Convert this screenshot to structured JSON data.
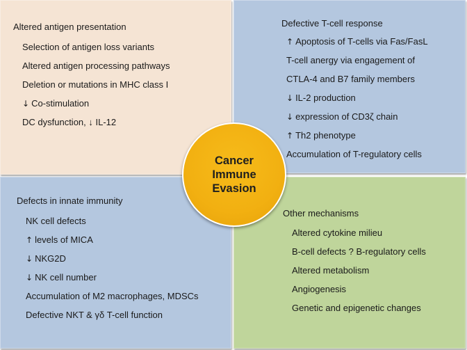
{
  "center": {
    "lines": [
      "Cancer",
      "Immune",
      "Evasion"
    ],
    "color": "#f2b011"
  },
  "panels": {
    "top_left": {
      "heading": "Altered antigen presentation",
      "color": "#f5e4d4",
      "items": [
        {
          "arrow": "",
          "text": "Selection of antigen loss variants"
        },
        {
          "arrow": "",
          "text": "Altered antigen processing pathways"
        },
        {
          "arrow": "",
          "text": "Deletion or mutations in MHC class I"
        },
        {
          "arrow": "↓",
          "text": "Co-stimulation"
        },
        {
          "arrow": "",
          "text": "DC dysfunction, ↓ IL-12"
        }
      ]
    },
    "top_right": {
      "heading": "Defective T-cell response",
      "color": "#b4c7df",
      "items": [
        {
          "arrow": "↑",
          "text": "Apoptosis of T-cells via Fas/FasL"
        },
        {
          "arrow": "",
          "text": "T-cell anergy via engagement of"
        },
        {
          "arrow": "",
          "text": "CTLA-4 and B7 family members"
        },
        {
          "arrow": "↓",
          "text": "IL-2 production"
        },
        {
          "arrow": "↓",
          "text": "expression of CD3ζ chain"
        },
        {
          "arrow": "↑",
          "text": "Th2 phenotype"
        },
        {
          "arrow": "",
          "text": "Accumulation of T-regulatory cells"
        }
      ]
    },
    "bottom_left": {
      "heading": "Defects in innate immunity",
      "color": "#b4c7df",
      "items": [
        {
          "arrow": "",
          "text": "NK cell defects"
        },
        {
          "arrow": "↑",
          "text": "levels of MICA"
        },
        {
          "arrow": "↓",
          "text": "NKG2D"
        },
        {
          "arrow": "↓",
          "text": "NK cell number"
        },
        {
          "arrow": "",
          "text": "Accumulation of M2 macrophages, MDSCs"
        },
        {
          "arrow": "",
          "text": "Defective NKT & γδ T-cell function"
        }
      ]
    },
    "bottom_right": {
      "heading": "Other mechanisms",
      "color": "#bfd59b",
      "items": [
        {
          "arrow": "",
          "text": "Altered cytokine milieu"
        },
        {
          "arrow": "",
          "text": "B-cell defects ? B-regulatory cells"
        },
        {
          "arrow": "",
          "text": "Altered metabolism"
        },
        {
          "arrow": "",
          "text": "Angiogenesis"
        },
        {
          "arrow": "",
          "text": "Genetic and epigenetic changes"
        }
      ]
    }
  }
}
